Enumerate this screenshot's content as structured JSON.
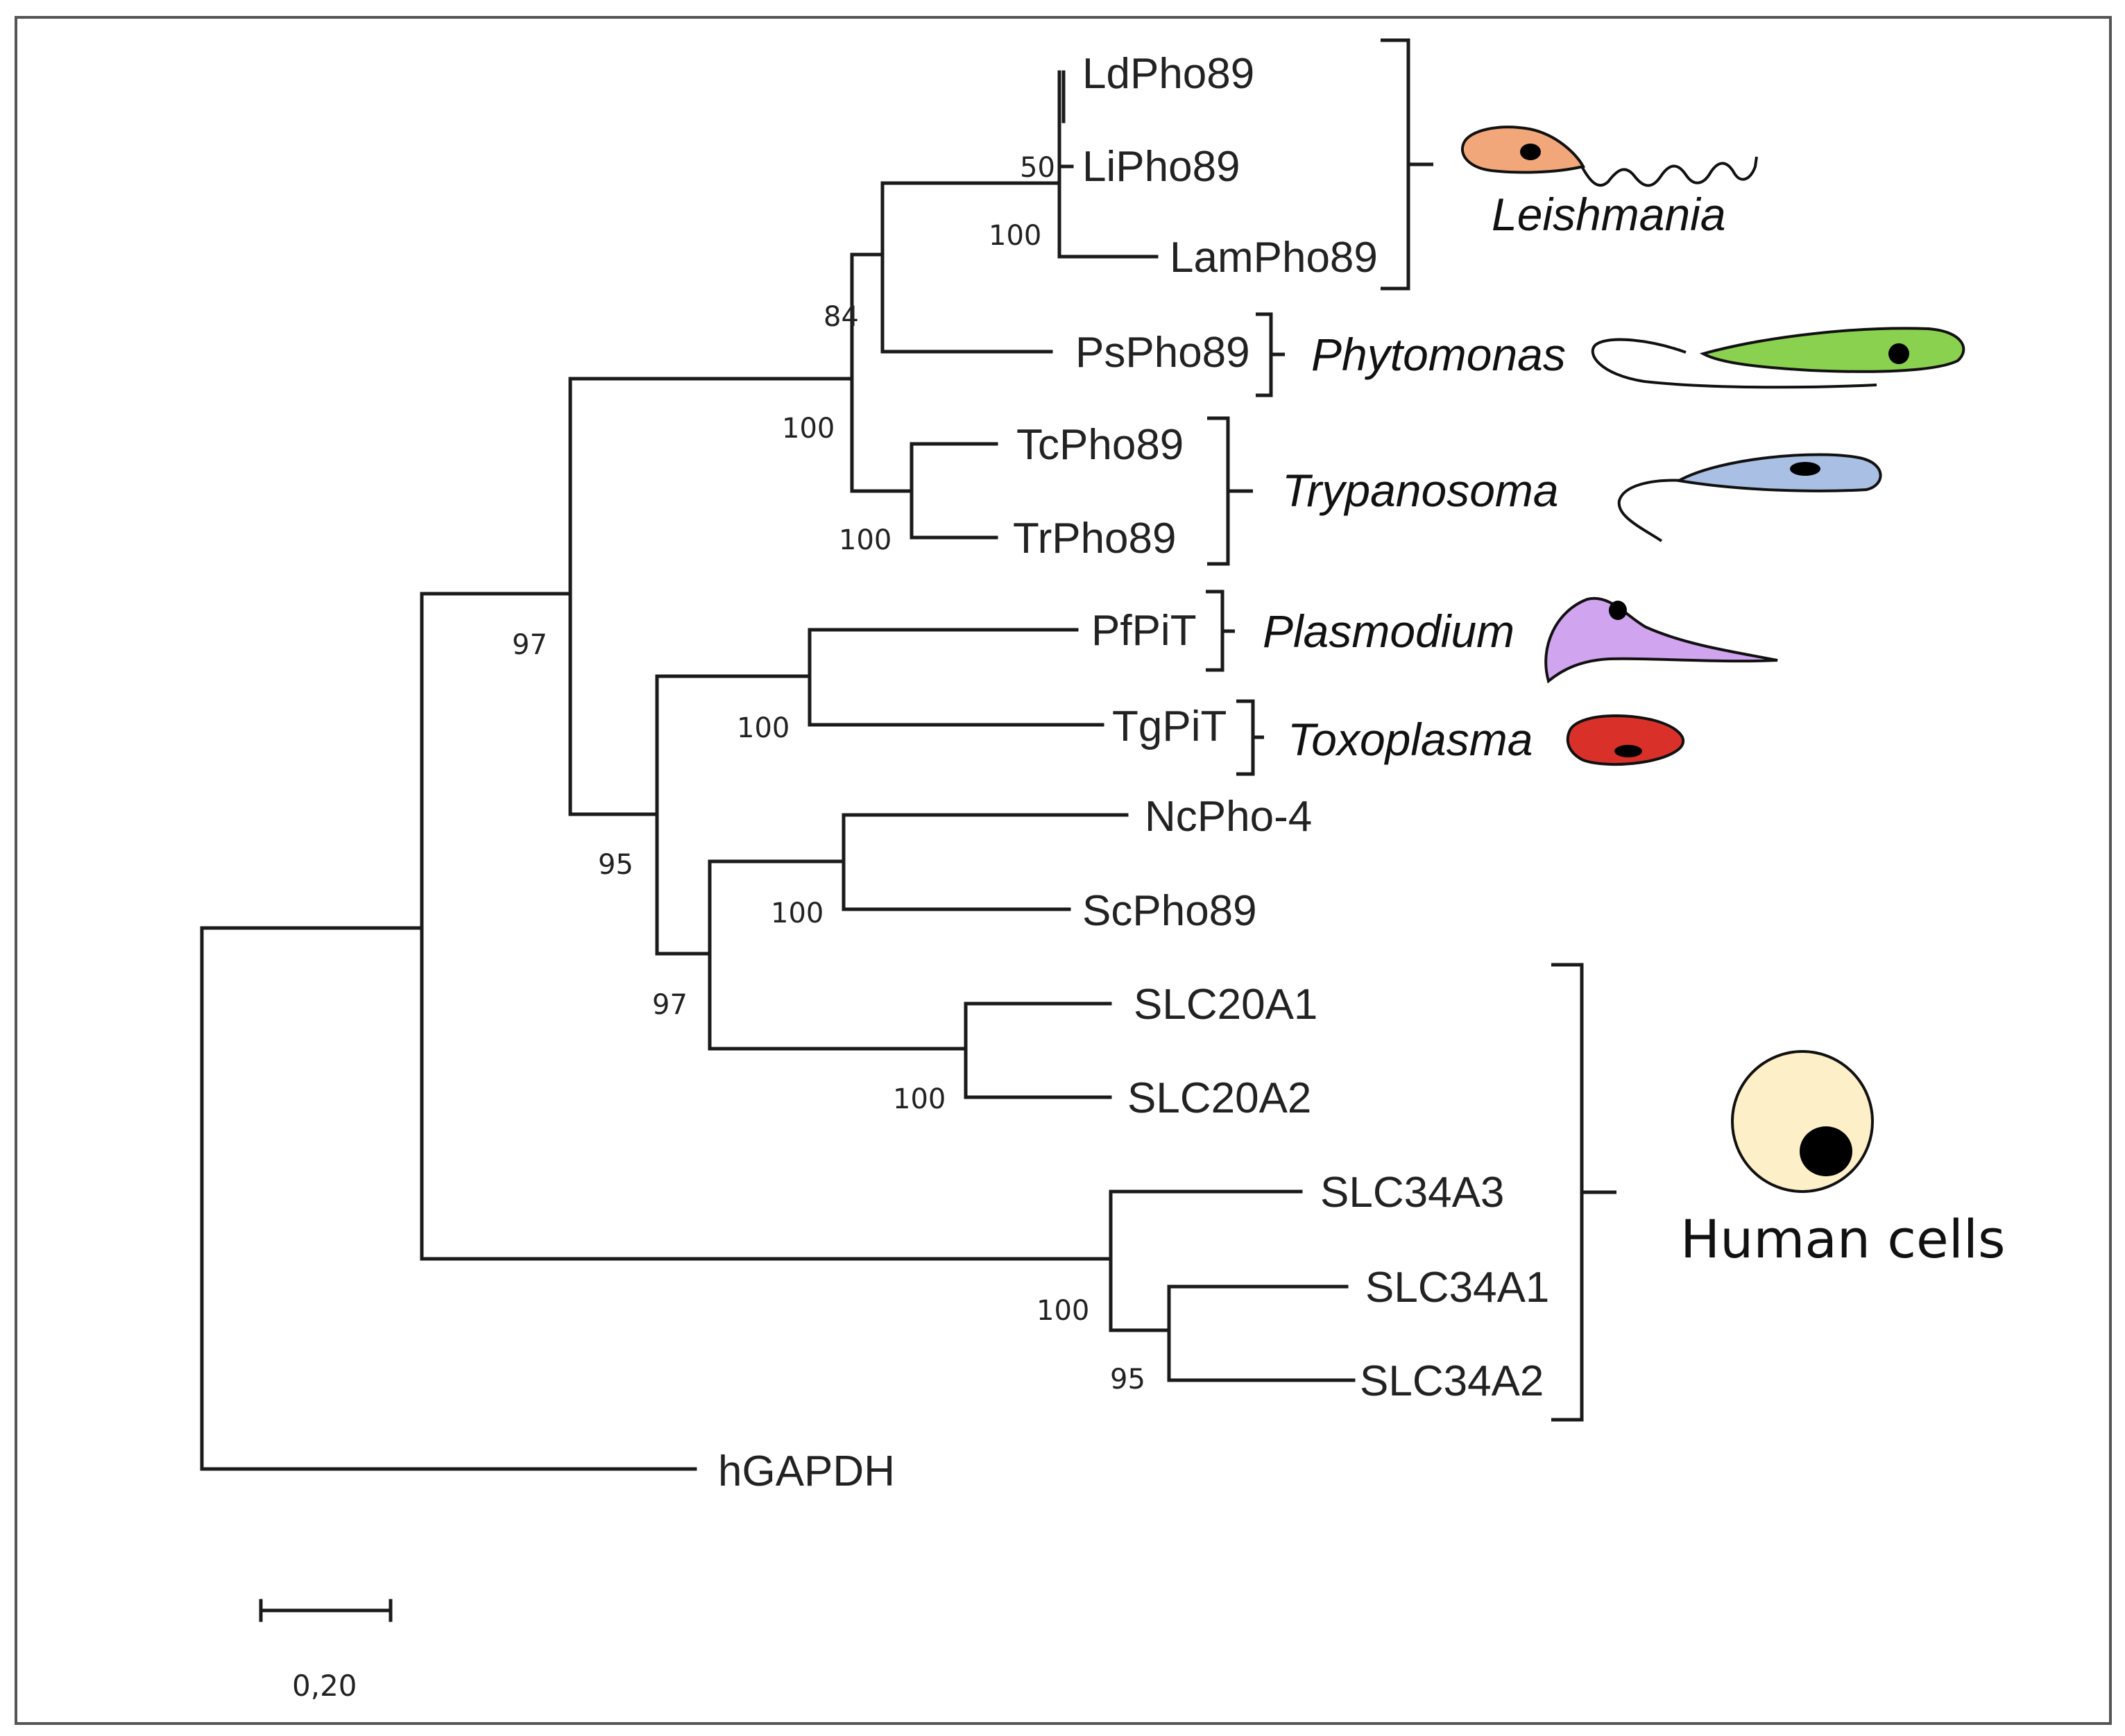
{
  "leaves": {
    "ldpho89": "LdPho89",
    "lipho89": "LiPho89",
    "lampho89": "LamPho89",
    "pspho89": "PsPho89",
    "tcpho89": "TcPho89",
    "trpho89": "TrPho89",
    "pfpit": "PfPiT",
    "tgpit": "TgPiT",
    "ncpho4": "NcPho-4",
    "scpho89": "ScPho89",
    "slc20a1": "SLC20A1",
    "slc20a2": "SLC20A2",
    "slc34a3": "SLC34A3",
    "slc34a1": "SLC34A1",
    "slc34a2": "SLC34A2",
    "hgapdh": "hGAPDH"
  },
  "support": {
    "leish_inner": "50",
    "leish_clade": "100",
    "leish_phyto": "84",
    "kinetoplastid": "100",
    "trypanosoma": "100",
    "main_clade": "97",
    "apicomplexa": "100",
    "apico_group": "95",
    "fungi": "100",
    "fungi_slc20": "97",
    "slc20": "100",
    "slc34": "100",
    "slc34a1_a2": "95"
  },
  "taxa": {
    "leishmania": "Leishmania",
    "phytomonas": "Phytomonas",
    "trypanosoma": "Trypanosoma",
    "plasmodium": "Plasmodium",
    "toxoplasma": "Toxoplasma",
    "human": "Human cells"
  },
  "scale_bar": {
    "label": "0,20",
    "length": 0.2
  },
  "colors": {
    "leishmania": "#f2a77a",
    "phytomonas": "#8bd150",
    "trypanosoma": "#a9bfe3",
    "plasmodium": "#d0a4ee",
    "toxoplasma": "#d9312a",
    "human_cell": "#fdf0c8"
  }
}
